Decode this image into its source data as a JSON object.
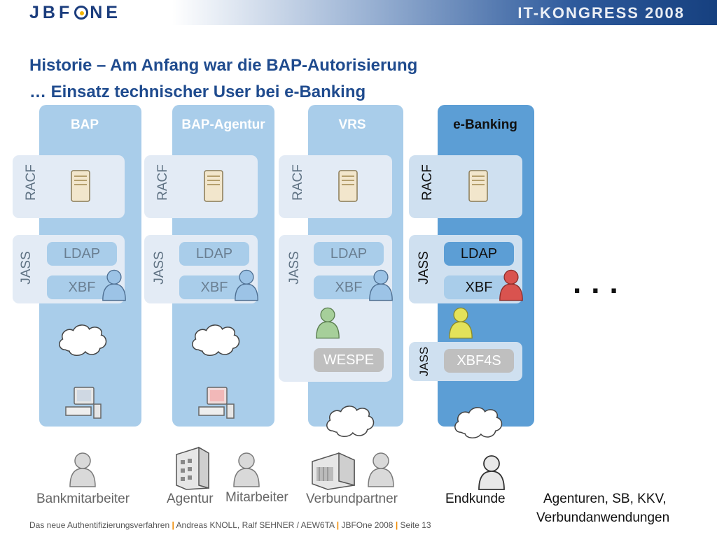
{
  "header": {
    "logo": "JBFONE",
    "event": "IT-KONGRESS 2008"
  },
  "title": {
    "line1": "Historie – Am Anfang war die BAP-Autorisierung",
    "line2": "… Einsatz technischer User bei e-Banking"
  },
  "columns": [
    {
      "title": "BAP",
      "racf": "RACF",
      "jass": "JASS",
      "ldap": "LDAP",
      "xbf": "XBF"
    },
    {
      "title": "BAP-Agentur",
      "racf": "RACF",
      "jass": "JASS",
      "ldap": "LDAP",
      "xbf": "XBF"
    },
    {
      "title": "VRS",
      "racf": "RACF",
      "jass": "JASS",
      "ldap": "LDAP",
      "xbf": "XBF",
      "wespe": "WESPE"
    },
    {
      "title": "e-Banking",
      "racf": "RACF",
      "jass": "JASS",
      "ldap": "LDAP",
      "xbf": "XBF",
      "jass2": "JASS",
      "xbf4s": "XBF4S"
    }
  ],
  "ellipsis": "...",
  "bottom_labels": {
    "bankmitarbeiter": "Bankmitarbeiter",
    "agentur": "Agentur",
    "mitarbeiter": "Mitarbeiter",
    "verbundpartner": "Verbundpartner",
    "endkunde": "Endkunde",
    "agenturen_line1": "Agenturen, SB, KKV,",
    "agenturen_line2": "Verbundanwendungen"
  },
  "footer": {
    "part1": "Das neue Authentifizierungsverfahren",
    "sep1": "|",
    "part2": "Andreas KNOLL, Ralf SEHNER / AEW6TA",
    "sep2": "|",
    "part3": "JBFOne 2008",
    "sep3": "|",
    "part4": "Seite 13"
  },
  "colors": {
    "brand_blue": "#1f4b8e",
    "column": "#a9cdea",
    "column_active": "#5c9ed5",
    "panel": "#e3ebf5",
    "person_grey": "#d9d9d9",
    "person_blue": "#9cc3e6",
    "person_green": "#a6cf9a",
    "person_yellow": "#e3e25a",
    "person_red": "#d9534f",
    "footer_separator": "#f08a00"
  },
  "icons": [
    "server-icon",
    "person-icon",
    "cloud-icon",
    "workstation-icon",
    "building-icon"
  ]
}
